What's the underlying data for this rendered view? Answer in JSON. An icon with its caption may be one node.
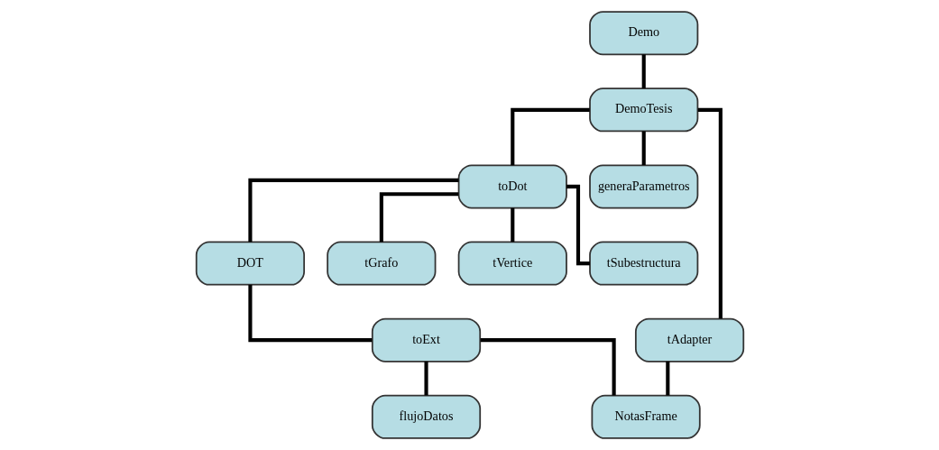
{
  "diagram": {
    "nodes": [
      {
        "text": [
          "Demo"
        ]
      },
      {
        "text": [
          "DemoTesis"
        ]
      },
      {
        "text": [
          "toDot"
        ]
      },
      {
        "text": [
          "generaParametros"
        ]
      },
      {
        "text": [
          "tAdapter"
        ]
      },
      {
        "text": [
          "DOT"
        ]
      },
      {
        "text": [
          "tGrafo"
        ]
      },
      {
        "text": [
          "tVertice"
        ]
      },
      {
        "text": [
          "tSubestructura"
        ]
      },
      {
        "text": [
          "toExt"
        ]
      },
      {
        "text": [
          "flujoDatos"
        ]
      },
      {
        "text": [
          "NotasFrame"
        ]
      }
    ],
    "edges": [
      {
        "from": 0,
        "to": 1,
        "arrow": "none"
      },
      {
        "from": 1,
        "to": 2,
        "arrow": "none"
      },
      {
        "from": 1,
        "to": 3,
        "arrow": "none"
      },
      {
        "from": 1,
        "to": 4,
        "arrow": "none"
      },
      {
        "from": 2,
        "to": 5,
        "arrow": "none"
      },
      {
        "from": 2,
        "to": 6,
        "arrow": "none"
      },
      {
        "from": 2,
        "to": 7,
        "arrow": "none"
      },
      {
        "from": 2,
        "to": 8,
        "arrow": "none"
      },
      {
        "from": 5,
        "to": 9,
        "arrow": "none"
      },
      {
        "from": 9,
        "to": 10,
        "arrow": "none"
      },
      {
        "from": 9,
        "to": 11,
        "arrow": "none"
      },
      {
        "from": 4,
        "to": 11,
        "arrow": "none"
      }
    ]
  }
}
